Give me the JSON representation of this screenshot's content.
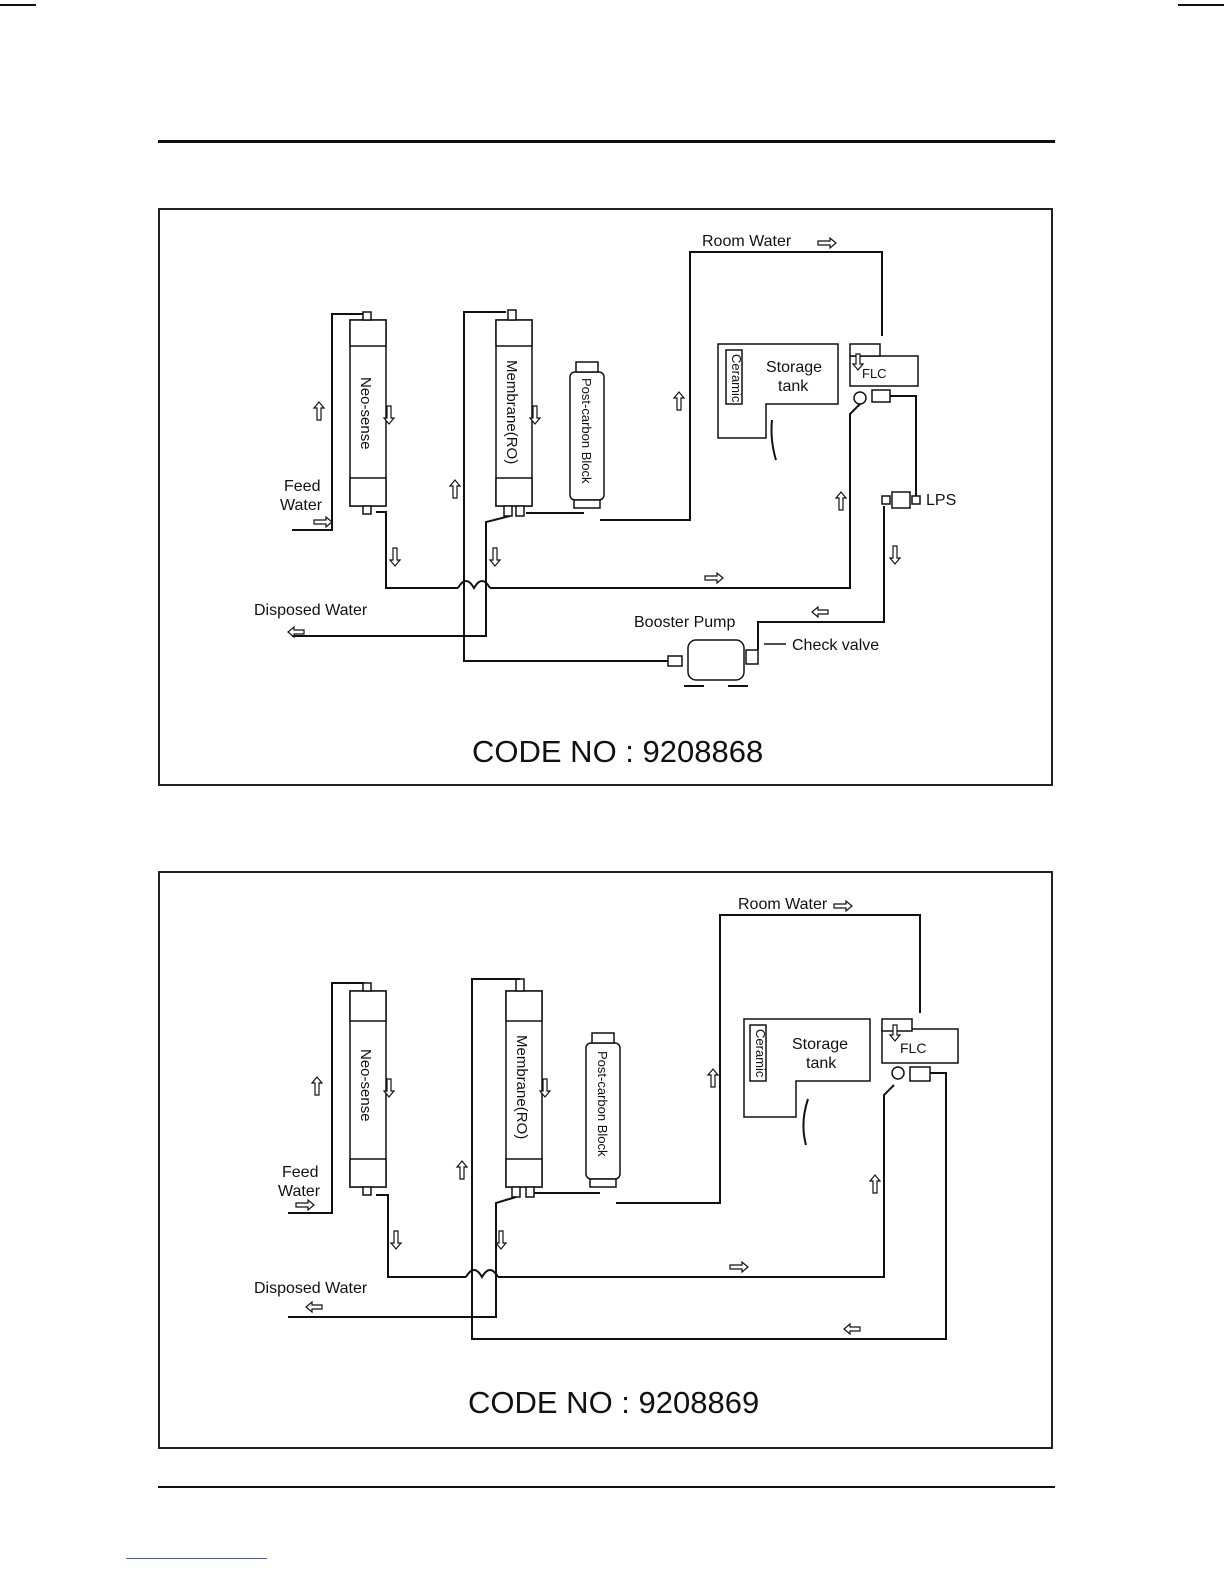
{
  "diagrams": [
    {
      "code_label": "CODE NO : 9208868",
      "labels": {
        "room_water": "Room Water",
        "feed_water_1": "Feed",
        "feed_water_2": "Water",
        "disposed_water": "Disposed Water",
        "neo_sense": "Neo-sense",
        "membrane": "Membrane(RO)",
        "post_carbon": "Post-carbon Block",
        "storage_1": "Storage",
        "storage_2": "tank",
        "ceramic": "Ceramic",
        "flc": "FLC",
        "lps": "LPS",
        "booster_pump": "Booster Pump",
        "check_valve": "Check valve"
      }
    },
    {
      "code_label": "CODE NO : 9208869",
      "labels": {
        "room_water": "Room Water",
        "feed_water_1": "Feed",
        "feed_water_2": "Water",
        "disposed_water": "Disposed Water",
        "neo_sense": "Neo-sense",
        "membrane": "Membrane(RO)",
        "post_carbon": "Post-carbon Block",
        "storage_1": "Storage",
        "storage_2": "tank",
        "ceramic": "Ceramic",
        "flc": "FLC"
      }
    }
  ]
}
